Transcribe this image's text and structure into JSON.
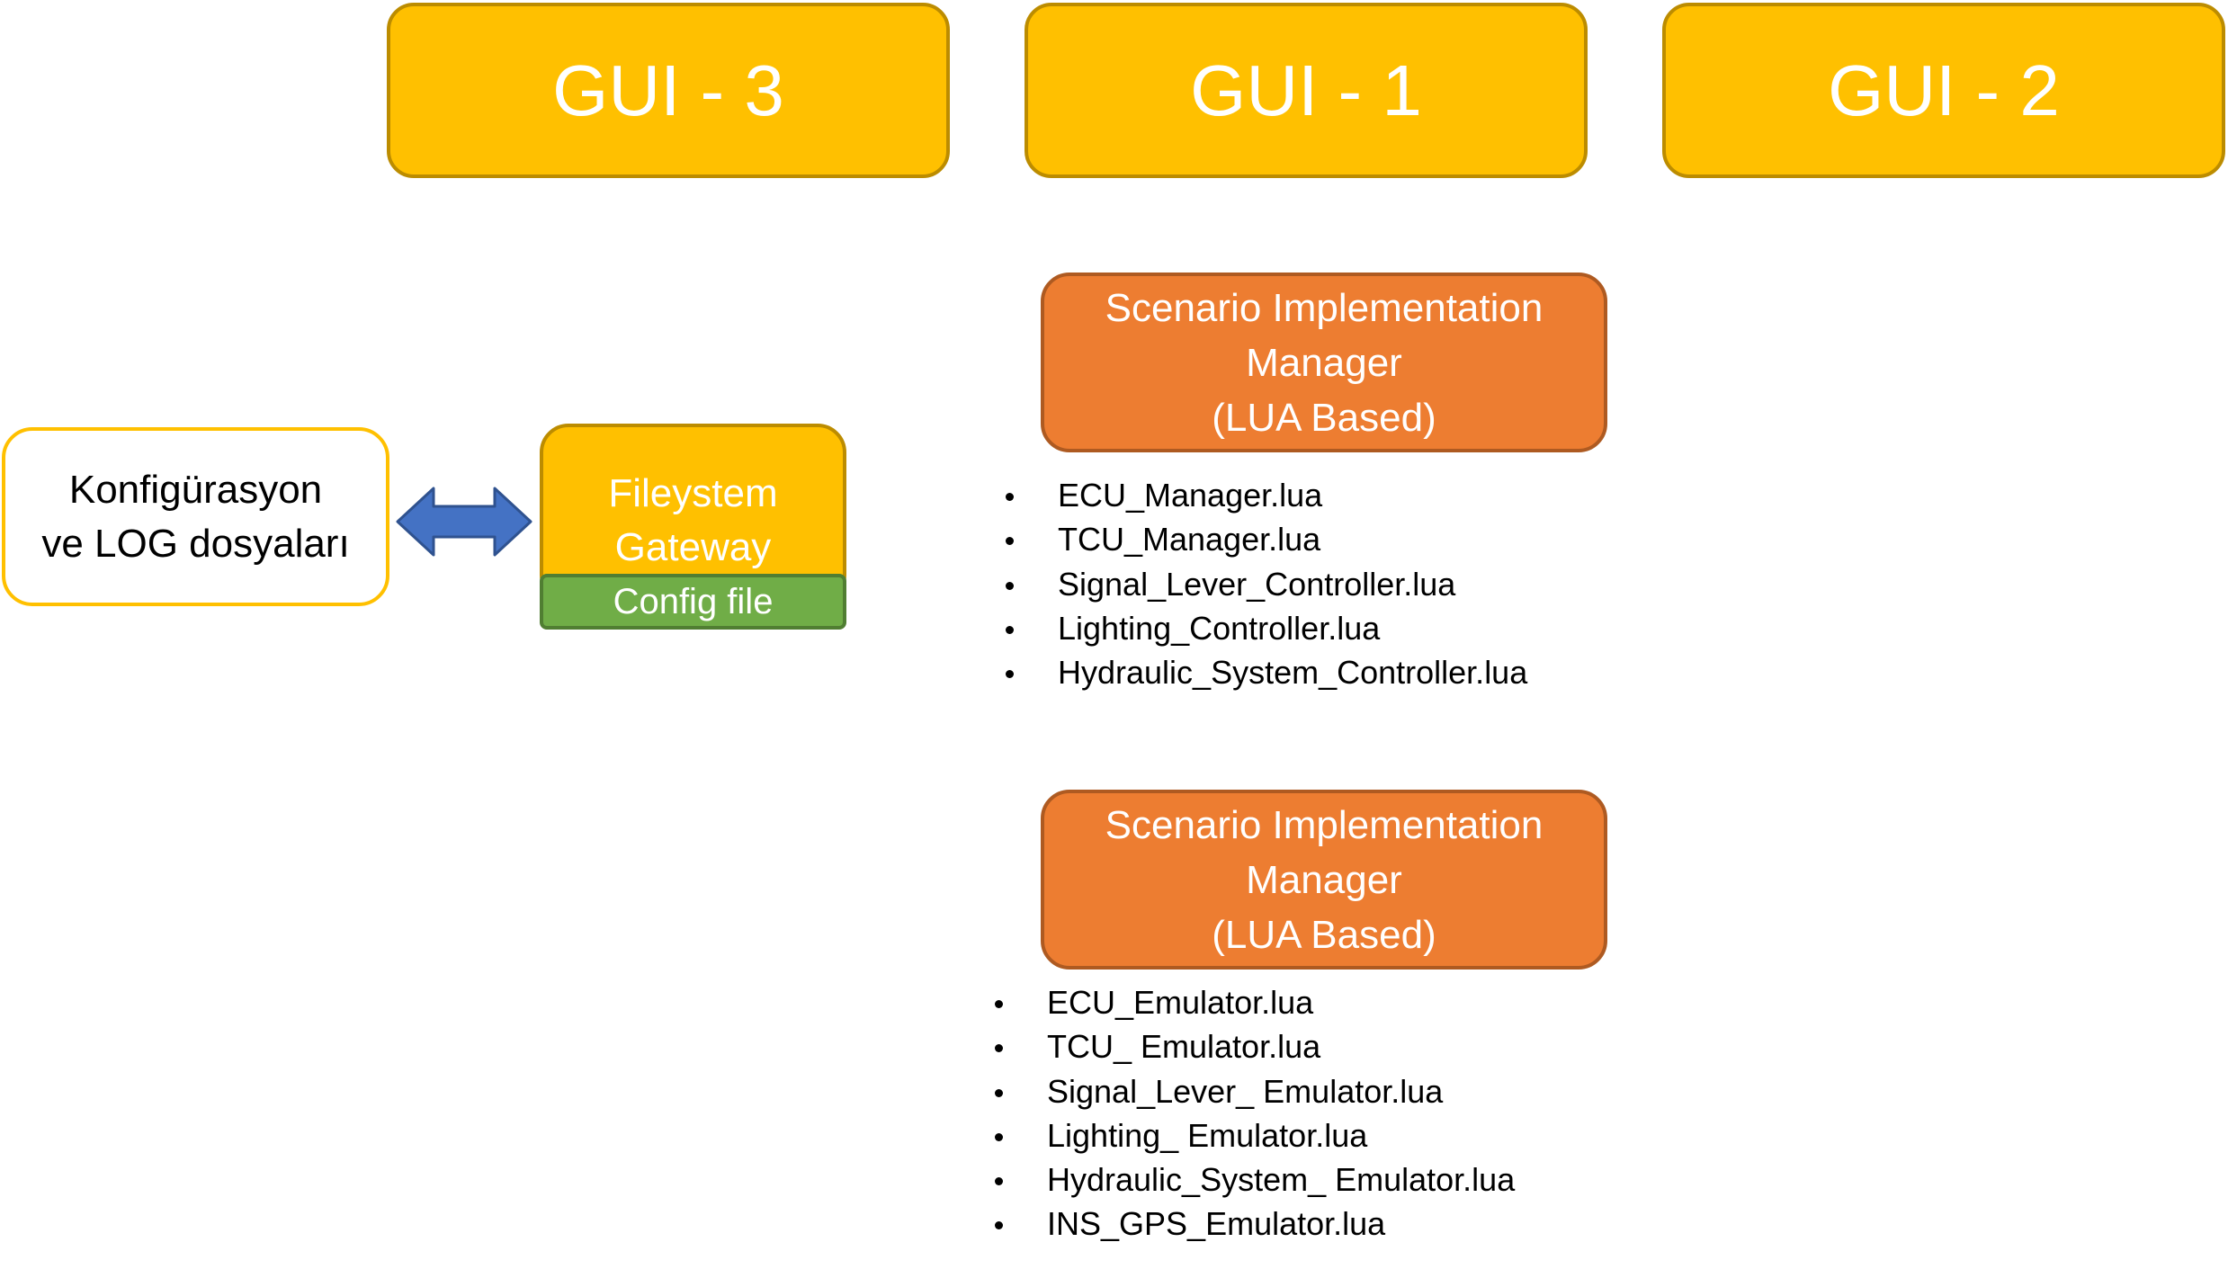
{
  "gui_boxes": [
    {
      "label": "GUI - 3"
    },
    {
      "label": "GUI - 1"
    },
    {
      "label": "GUI - 2"
    }
  ],
  "config_logs_label": "Konfigürasyon\nve LOG dosyaları",
  "filesystem_gateway": {
    "label": "Fileystem\nGateway",
    "config_label": "Config file"
  },
  "managers": [
    {
      "label": "Scenario Implementation\nManager\n(LUA Based)",
      "files": [
        "ECU_Manager.lua",
        "TCU_Manager.lua",
        "Signal_Lever_Controller.lua",
        "Lighting_Controller.lua",
        "Hydraulic_System_Controller.lua"
      ]
    },
    {
      "label": "Scenario Implementation\nManager\n(LUA Based)",
      "files": [
        "ECU_Emulator.lua",
        "TCU_ Emulator.lua",
        "Signal_Lever_ Emulator.lua",
        "Lighting_ Emulator.lua",
        "Hydraulic_System_ Emulator.lua",
        "INS_GPS_Emulator.lua"
      ]
    }
  ],
  "colors": {
    "gui_fill": "#FFC000",
    "manager_fill": "#ED7D31",
    "config_fill": "#70AD47",
    "arrow_fill": "#4472C4"
  }
}
